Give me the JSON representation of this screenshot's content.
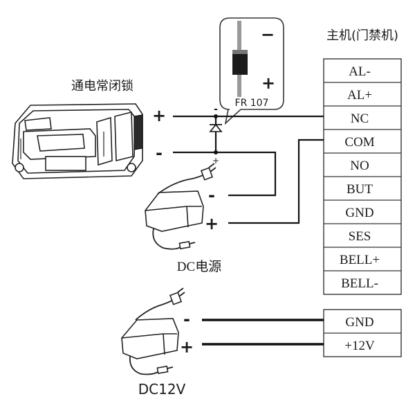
{
  "labels": {
    "host_title": "主机(门禁机)",
    "lock_title": "通电常闭锁",
    "dc_power": "DC电源",
    "dc12v": "DC12V",
    "diode_part": "FR 107",
    "minus": "-",
    "plus": "+",
    "minus_bold": "−",
    "plus_bold": "+"
  },
  "host_terminals": [
    "AL-",
    "AL+",
    "NC",
    "COM",
    "NO",
    "BUT",
    "GND",
    "SES",
    "BELL+",
    "BELL-"
  ],
  "power_terminals": [
    "GND",
    "+12V"
  ]
}
